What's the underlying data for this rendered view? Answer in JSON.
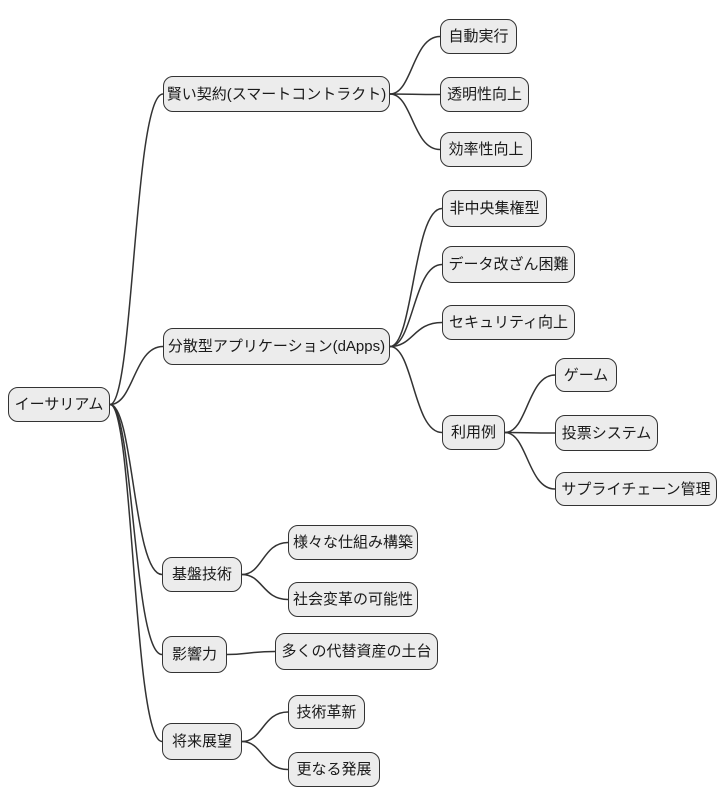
{
  "mindmap": {
    "root": {
      "label": "イーサリアム",
      "children": [
        {
          "label": "賢い契約(スマートコントラクト)",
          "children": [
            {
              "label": "自動実行"
            },
            {
              "label": "透明性向上"
            },
            {
              "label": "効率性向上"
            }
          ]
        },
        {
          "label": "分散型アプリケーション(dApps)",
          "children": [
            {
              "label": "非中央集権型"
            },
            {
              "label": "データ改ざん困難"
            },
            {
              "label": "セキュリティ向上"
            },
            {
              "label": "利用例",
              "children": [
                {
                  "label": "ゲーム"
                },
                {
                  "label": "投票システム"
                },
                {
                  "label": "サプライチェーン管理"
                }
              ]
            }
          ]
        },
        {
          "label": "基盤技術",
          "children": [
            {
              "label": "様々な仕組み構築"
            },
            {
              "label": "社会変革の可能性"
            }
          ]
        },
        {
          "label": "影響力",
          "children": [
            {
              "label": "多くの代替資産の土台"
            }
          ]
        },
        {
          "label": "将来展望",
          "children": [
            {
              "label": "技術革新"
            },
            {
              "label": "更なる発展"
            }
          ]
        }
      ]
    }
  },
  "colors": {
    "background": "#ffffff",
    "node_fill": "#ececec",
    "node_border": "#333333",
    "edge": "#333333",
    "text": "#1a1a1a"
  }
}
